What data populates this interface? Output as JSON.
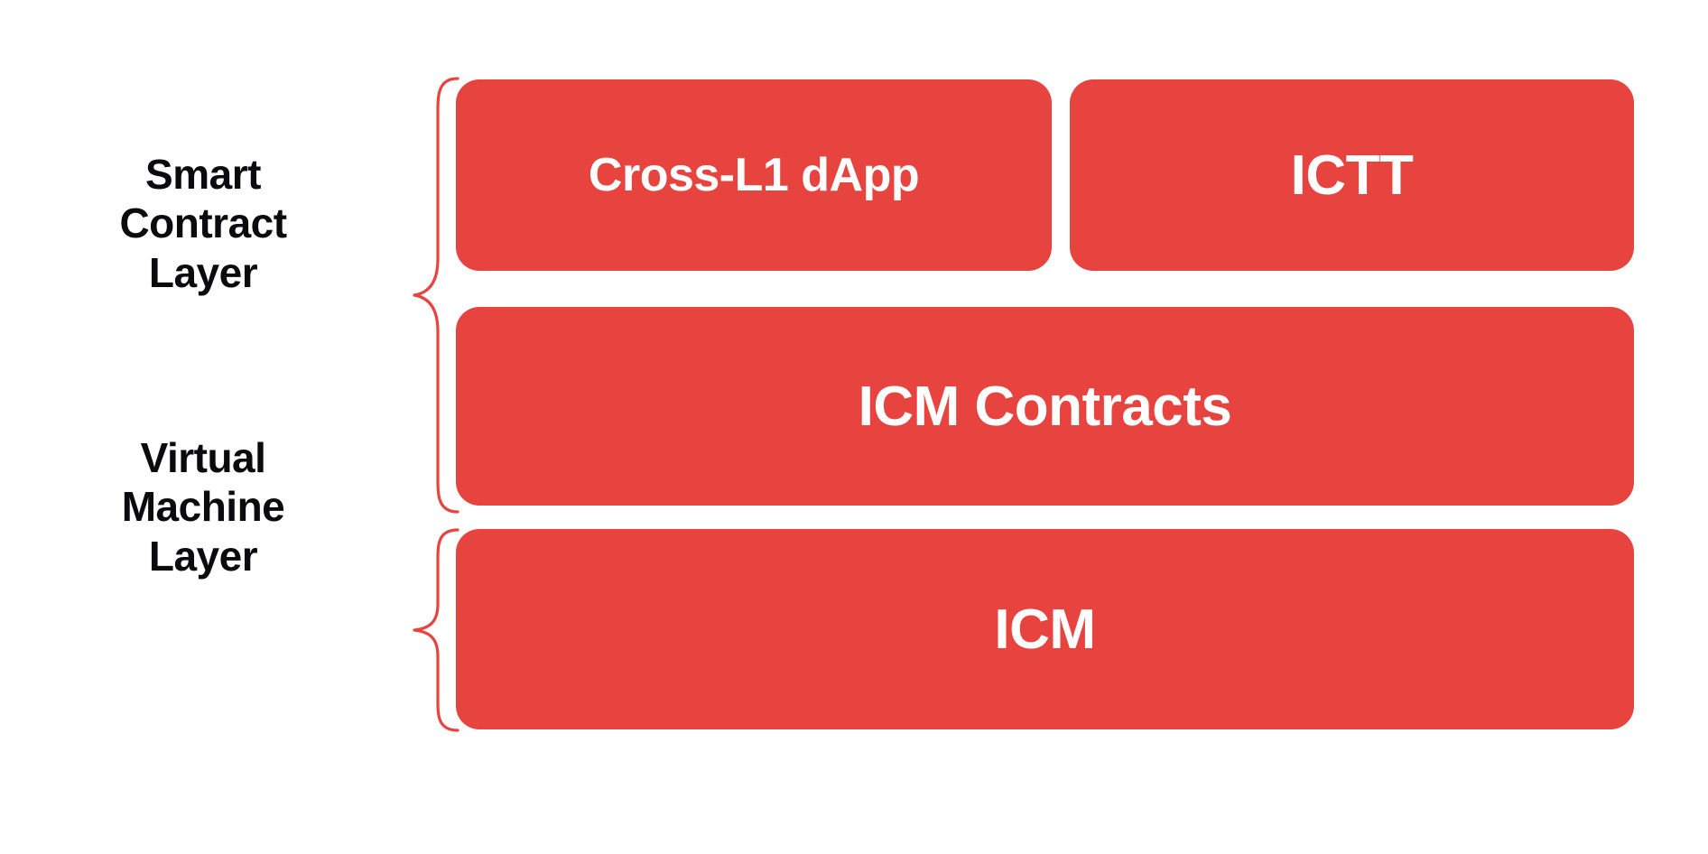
{
  "diagram": {
    "title": "Smart Contract and Virtual Machine Layer stack",
    "background_color": "#ffffff",
    "accent_color": "#e74440",
    "text_color": "#0b0b0d",
    "box_text_color": "#ffffff"
  },
  "layers": [
    {
      "id": "smart-contract-layer",
      "label": "Smart\nContract\nLayer",
      "brace_color": "#e74440"
    },
    {
      "id": "virtual-machine-layer",
      "label": "Virtual\nMachine\nLayer",
      "brace_color": "#e74440"
    }
  ],
  "boxes": [
    {
      "id": "cross-l1-dapp",
      "label": "Cross-L1 dApp",
      "layer": "smart-contract-layer",
      "row": 1,
      "fill": "#e74440"
    },
    {
      "id": "ictt",
      "label": "ICTT",
      "layer": "smart-contract-layer",
      "row": 1,
      "fill": "#e74440"
    },
    {
      "id": "icm-contracts",
      "label": "ICM Contracts",
      "layer": "smart-contract-layer",
      "row": 2,
      "fill": "#e74440"
    },
    {
      "id": "icm",
      "label": "ICM",
      "layer": "virtual-machine-layer",
      "row": 3,
      "fill": "#e74440"
    }
  ]
}
